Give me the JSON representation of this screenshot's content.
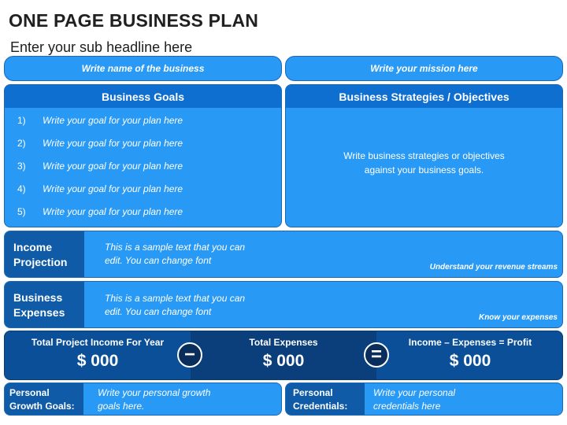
{
  "title": "ONE PAGE BUSINESS PLAN",
  "subtitle": "Enter your sub headline here",
  "business_name": "Write name of the business",
  "mission": "Write your mission here",
  "goals": {
    "heading": "Business Goals",
    "items": [
      {
        "num": "1)",
        "text": "Write your goal for your plan here"
      },
      {
        "num": "2)",
        "text": "Write your goal for your plan here"
      },
      {
        "num": "3)",
        "text": "Write your goal for your plan here"
      },
      {
        "num": "4)",
        "text": "Write your goal for your plan here"
      },
      {
        "num": "5)",
        "text": "Write your goal for your plan here"
      }
    ]
  },
  "strategies": {
    "heading": "Business Strategies / Objectives",
    "line1": "Write business strategies or objectives",
    "line2": "against your business goals."
  },
  "income": {
    "label_line1": "Income",
    "label_line2": "Projection",
    "text_line1": "This is a sample text that you can",
    "text_line2": "edit. You can change font",
    "note": "Understand your revenue streams"
  },
  "expenses": {
    "label_line1": "Business",
    "label_line2": "Expenses",
    "text_line1": "This is a sample text that you can",
    "text_line2": "edit. You can change font",
    "note": "Know your expenses"
  },
  "calc": {
    "income_label": "Total Project Income For Year",
    "income_value": "$ 000",
    "minus": "−",
    "expenses_label": "Total Expenses",
    "expenses_value": "$ 000",
    "equals": "=",
    "profit_label": "Income – Expenses = Profit",
    "profit_value": "$ 000"
  },
  "growth": {
    "label_line1": "Personal",
    "label_line2": "Growth Goals:",
    "text_line1": "Write your personal growth",
    "text_line2": "goals here."
  },
  "credentials": {
    "label_line1": "Personal",
    "label_line2": "Credentials:",
    "text_line1": "Write your personal",
    "text_line2": "credentials here"
  },
  "colors": {
    "light_blue": "#2899f5",
    "mid_blue": "#0f6fd1",
    "dark_blue": "#0b4f98",
    "darker_blue": "#0a3f7c"
  }
}
